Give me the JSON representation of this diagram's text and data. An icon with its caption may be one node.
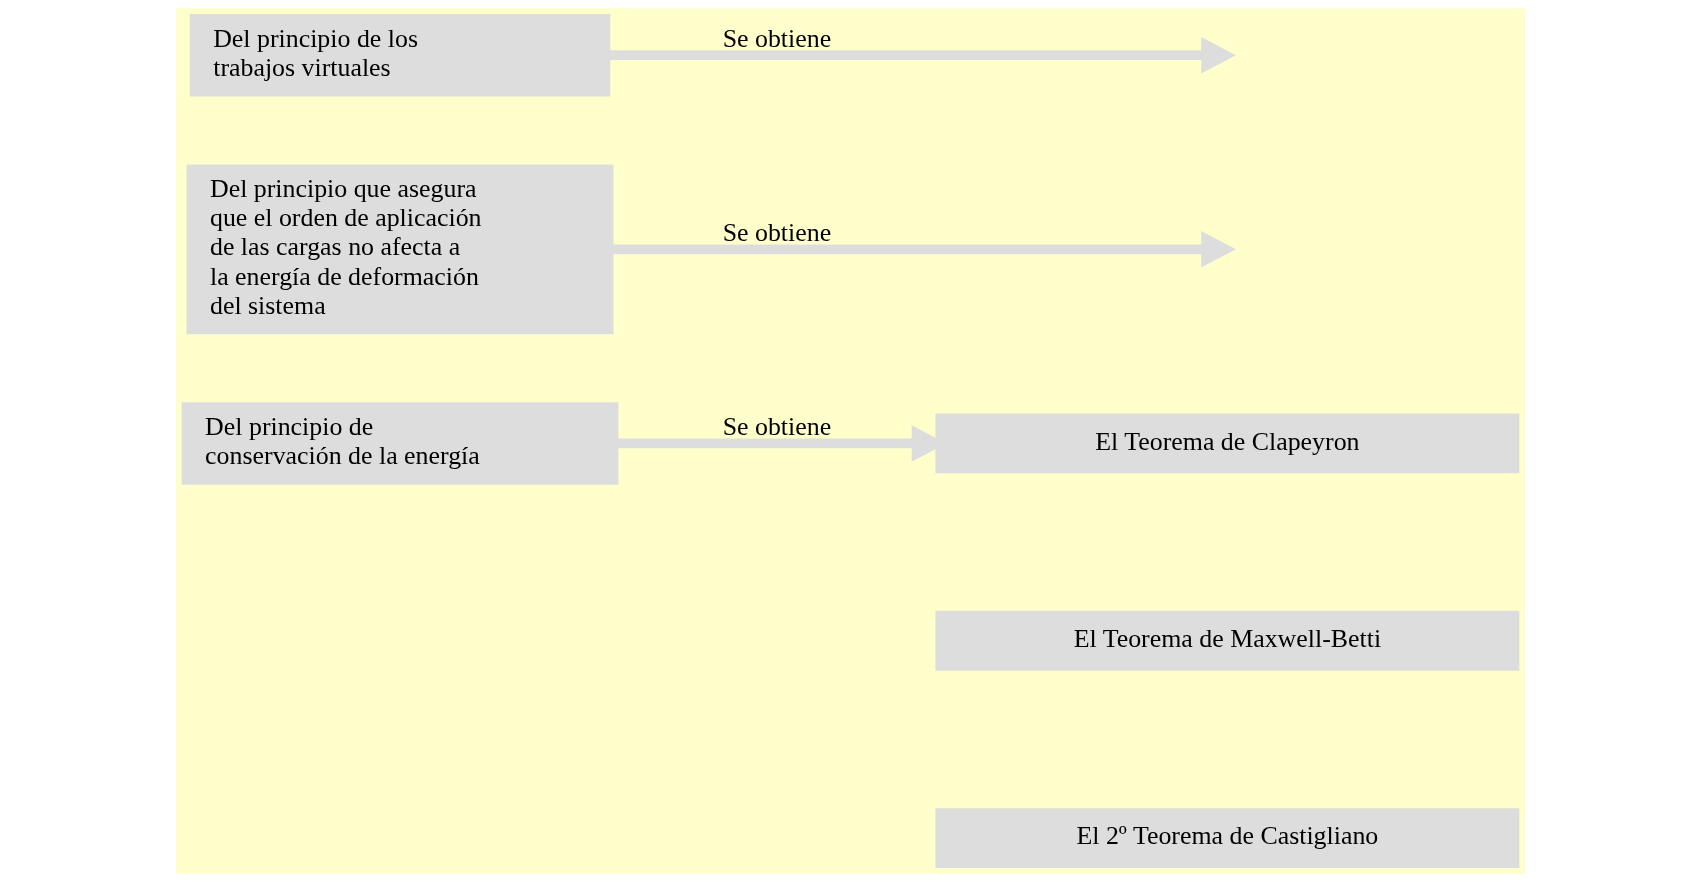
{
  "diagram": {
    "nodes": [
      {
        "text": [
          "Del principio de conservación de la energía"
        ]
      },
      {
        "text": [
          "El Teorema de Clapeyron"
        ]
      },
      {
        "text": [
          "Del principio que asegura que el orden de aplicación de las cargas no afecta a la energía de deformación del sistema"
        ]
      },
      {
        "text": [
          "El Teorema de Maxwell-Betti"
        ]
      },
      {
        "text": [
          "El 2º Teorema de Castigliano"
        ]
      },
      {
        "text": [
          "Del principio de los trabajos virtuales"
        ]
      }
    ],
    "edges": [
      {
        "from": 0,
        "to": 1,
        "arrow": "to",
        "label": "Se obtiene"
      },
      {
        "from": 2,
        "to": null,
        "arrow": "to",
        "label": "Se obtiene"
      },
      {
        "from": 5,
        "to": null,
        "arrow": "to",
        "label": "Se obtiene"
      }
    ]
  }
}
